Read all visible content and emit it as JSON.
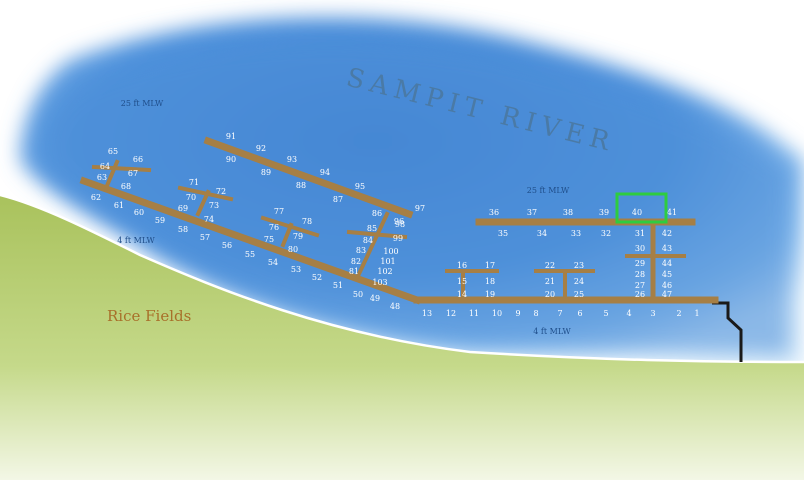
{
  "colors": {
    "water_deep": "#2f6fc4",
    "water_light": "#a9d0f5",
    "land": "#b6cc6a",
    "dock": "#a67f45",
    "highlight": "#2ecc40",
    "bulkhead": "#1a1a1a"
  },
  "labels": {
    "river": "SAMPIT RIVER",
    "land": "Rice Fields",
    "depth_nw": "25 ft MLW",
    "depth_ne": "25 ft MLW",
    "depth_west": "4 ft MLW",
    "depth_south": "4 ft MLW"
  },
  "highlighted_slip": "40",
  "slip_numbers": [
    "1",
    "2",
    "3",
    "4",
    "5",
    "6",
    "7",
    "8",
    "9",
    "10",
    "11",
    "12",
    "13",
    "14",
    "15",
    "16",
    "17",
    "18",
    "19",
    "20",
    "21",
    "22",
    "23",
    "24",
    "25",
    "26",
    "27",
    "28",
    "29",
    "30",
    "31",
    "32",
    "33",
    "34",
    "35",
    "36",
    "37",
    "38",
    "39",
    "40",
    "41",
    "42",
    "43",
    "44",
    "45",
    "46",
    "47",
    "48",
    "49",
    "50",
    "51",
    "52",
    "53",
    "54",
    "55",
    "56",
    "57",
    "58",
    "59",
    "60",
    "61",
    "62",
    "63",
    "64",
    "65",
    "66",
    "67",
    "68",
    "69",
    "70",
    "71",
    "72",
    "73",
    "74",
    "75",
    "76",
    "77",
    "78",
    "79",
    "80",
    "81",
    "82",
    "83",
    "84",
    "85",
    "86",
    "87",
    "88",
    "89",
    "90",
    "91",
    "92",
    "93",
    "94",
    "95",
    "96",
    "97",
    "98",
    "99",
    "100",
    "101",
    "102",
    "103"
  ]
}
